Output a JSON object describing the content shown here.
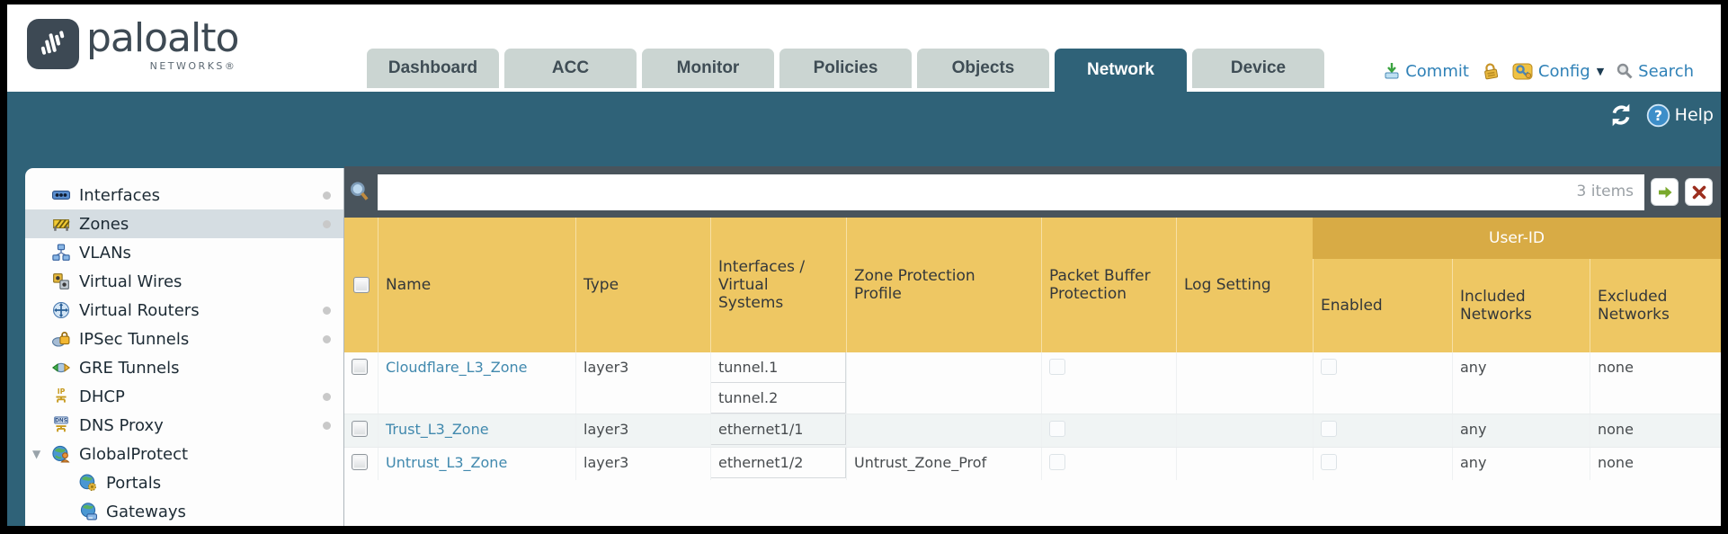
{
  "header": {
    "brand": "paloalto",
    "brand_sub": "NETWORKS®",
    "tabs": [
      "Dashboard",
      "ACC",
      "Monitor",
      "Policies",
      "Objects",
      "Network",
      "Device"
    ],
    "active_tab": "Network",
    "commit_label": "Commit",
    "config_label": "Config",
    "search_label": "Search"
  },
  "toolbar": {
    "help_label": "Help"
  },
  "sidebar": {
    "items": [
      {
        "label": "Interfaces",
        "icon": "interfaces-icon",
        "dot": true
      },
      {
        "label": "Zones",
        "icon": "zones-icon",
        "dot": true,
        "selected": true
      },
      {
        "label": "VLANs",
        "icon": "vlans-icon"
      },
      {
        "label": "Virtual Wires",
        "icon": "virtual-wires-icon"
      },
      {
        "label": "Virtual Routers",
        "icon": "virtual-routers-icon",
        "dot": true
      },
      {
        "label": "IPSec Tunnels",
        "icon": "ipsec-tunnels-icon",
        "dot": true
      },
      {
        "label": "GRE Tunnels",
        "icon": "gre-tunnels-icon"
      },
      {
        "label": "DHCP",
        "icon": "dhcp-icon",
        "dot": true
      },
      {
        "label": "DNS Proxy",
        "icon": "dns-proxy-icon",
        "dot": true
      },
      {
        "label": "GlobalProtect",
        "icon": "globalprotect-icon",
        "expanded": true
      },
      {
        "label": "Portals",
        "icon": "portals-icon",
        "indent": true
      },
      {
        "label": "Gateways",
        "icon": "gateways-icon",
        "indent": true
      }
    ]
  },
  "filterbar": {
    "value": "",
    "items_count": "3 items"
  },
  "table": {
    "group_label": "User-ID",
    "columns": [
      "",
      "Name",
      "Type",
      "Interfaces / Virtual Systems",
      "Zone Protection Profile",
      "Packet Buffer Protection",
      "Log Setting",
      "Enabled",
      "Included Networks",
      "Excluded Networks"
    ],
    "rows": [
      {
        "name": "Cloudflare_L3_Zone",
        "type": "layer3",
        "interfaces": [
          "tunnel.1",
          "tunnel.2"
        ],
        "zone_protection_profile": "",
        "packet_buffer_protection": false,
        "log_setting": "",
        "user_id_enabled": false,
        "included_networks": "any",
        "excluded_networks": "none"
      },
      {
        "name": "Trust_L3_Zone",
        "type": "layer3",
        "interfaces": [
          "ethernet1/1"
        ],
        "zone_protection_profile": "",
        "packet_buffer_protection": false,
        "log_setting": "",
        "user_id_enabled": false,
        "included_networks": "any",
        "excluded_networks": "none"
      },
      {
        "name": "Untrust_L3_Zone",
        "type": "layer3",
        "interfaces": [
          "ethernet1/2"
        ],
        "zone_protection_profile": "Untrust_Zone_Prof",
        "packet_buffer_protection": false,
        "log_setting": "",
        "user_id_enabled": false,
        "included_networks": "any",
        "excluded_networks": "none"
      }
    ]
  },
  "colors": {
    "teal": "#2f6278",
    "amber": "#eec763",
    "amber_dark": "#d8ab45",
    "slate": "#49545c",
    "link_blue": "#4189ae",
    "action_blue": "#2f81b7"
  }
}
